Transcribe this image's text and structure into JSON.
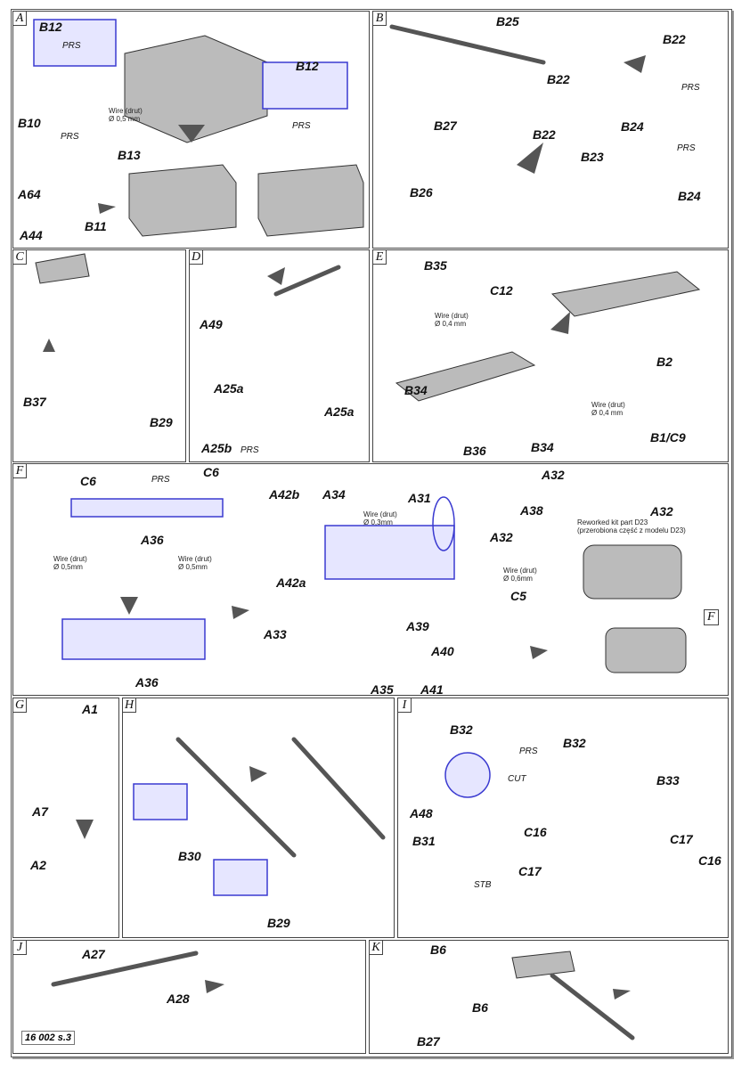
{
  "panels": [
    {
      "letter": "A",
      "labels": [
        "B12",
        "PRS",
        "B12",
        "B10",
        "Wire (drut)\nØ 0,5 mm",
        "PRS",
        "PRS",
        "B13",
        "A64",
        "A44",
        "B11"
      ]
    },
    {
      "letter": "B",
      "labels": [
        "B25",
        "B22",
        "PRS",
        "B22",
        "B27",
        "B24",
        "B22",
        "B23",
        "PRS",
        "B26",
        "B24"
      ]
    },
    {
      "letter": "C",
      "labels": [
        "B37",
        "B29"
      ]
    },
    {
      "letter": "D",
      "labels": [
        "A49",
        "A25a",
        "A25b",
        "A25a",
        "PRS"
      ]
    },
    {
      "letter": "E",
      "labels": [
        "B35",
        "C12",
        "Wire (drut)\nØ 0,4 mm",
        "B34",
        "B2",
        "B36",
        "Wire (drut)\nØ 0,4 mm",
        "B34",
        "B1/C9"
      ]
    },
    {
      "letter": "F",
      "labels": [
        "C6",
        "PRS",
        "C6",
        "A36",
        "Wire (drut)\nØ 0,5mm",
        "Wire (drut)\nØ 0,5mm",
        "A36",
        "A42b",
        "A34",
        "Wire (drut)\nØ 0,3mm",
        "A31",
        "A32",
        "A38",
        "A32",
        "A32",
        "Reworked kit part D23\n(przerobiona część z modelu D23)",
        "Wire (drut)\nØ 0,6mm",
        "C5",
        "A42a",
        "A33",
        "A39",
        "A40",
        "A35",
        "A41",
        "F"
      ]
    },
    {
      "letter": "G",
      "labels": [
        "A1",
        "A7",
        "A2"
      ]
    },
    {
      "letter": "H",
      "labels": [
        "B30",
        "B29"
      ]
    },
    {
      "letter": "I",
      "labels": [
        "B32",
        "PRS",
        "B32",
        "A48",
        "CUT",
        "B33",
        "C16",
        "C17",
        "B31",
        "STB",
        "C17",
        "C16"
      ]
    },
    {
      "letter": "J",
      "labels": [
        "A27",
        "A28"
      ]
    },
    {
      "letter": "K",
      "labels": [
        "B6",
        "B6",
        "B27"
      ]
    }
  ],
  "sheet_code": "16 002 s.3",
  "colors": {
    "parts": "#3a3ad0",
    "wood": "#8a8a8a",
    "arrow": "#444444"
  }
}
